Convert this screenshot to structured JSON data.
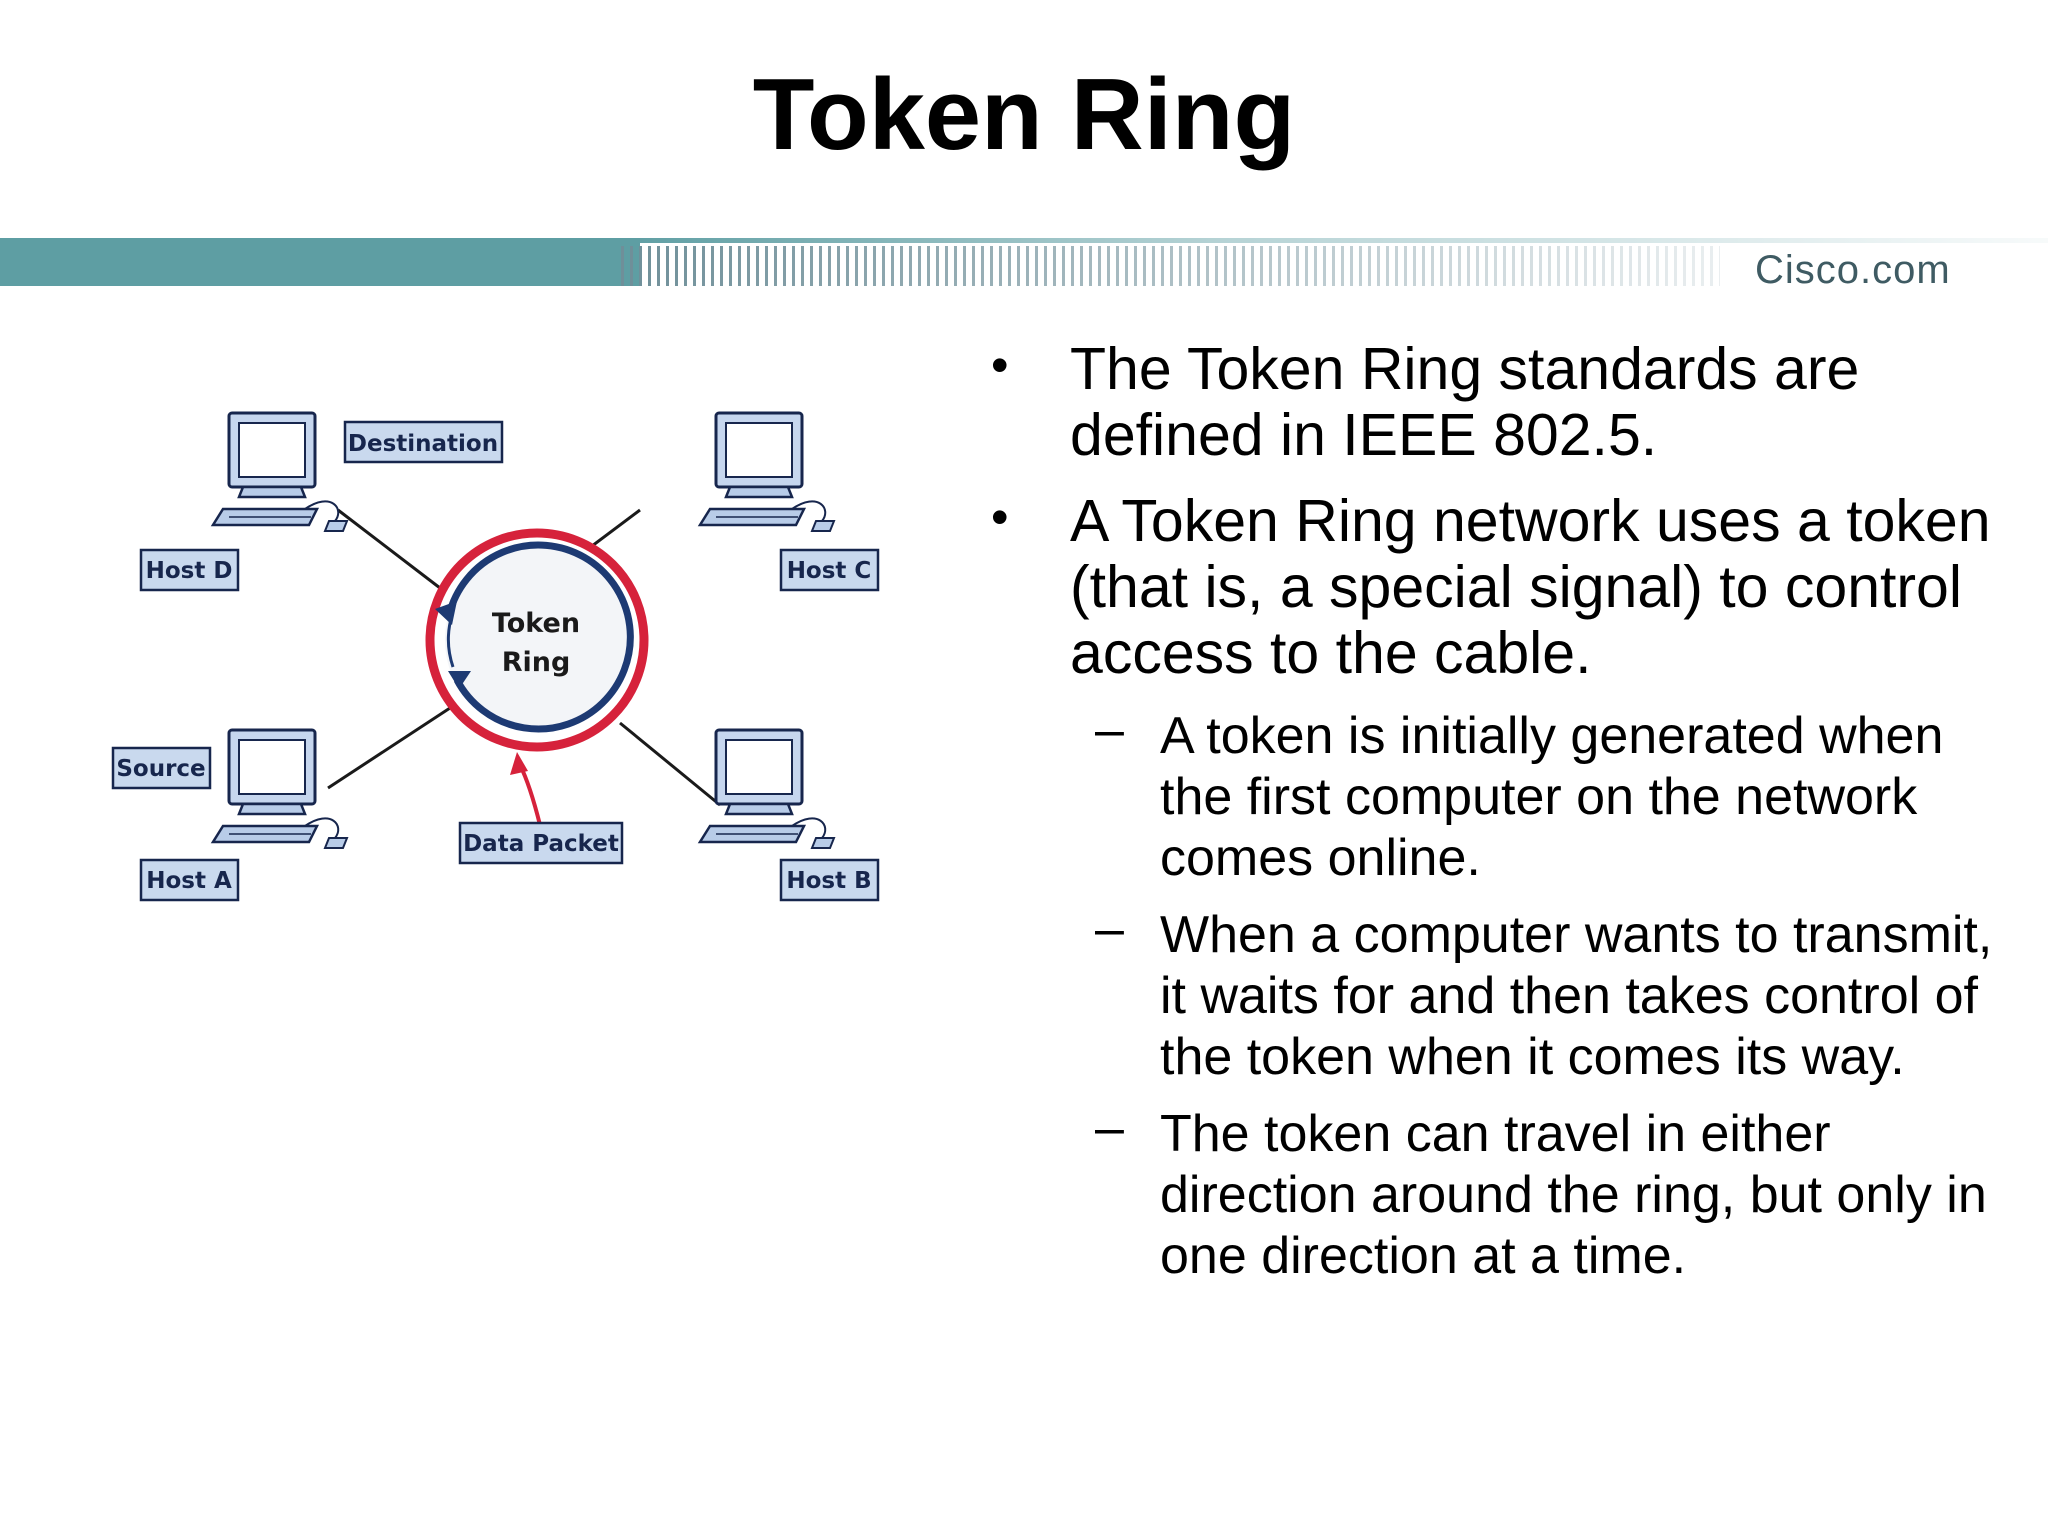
{
  "slide": {
    "title": "Token Ring",
    "brand": "Cisco.com"
  },
  "diagram": {
    "ring_label_line1": "Token",
    "ring_label_line2": "Ring",
    "labels": {
      "destination": "Destination",
      "host_d": "Host D",
      "host_c": "Host C",
      "source": "Source",
      "host_a": "Host A",
      "data_packet": "Data Packet",
      "host_b": "Host B"
    },
    "colors": {
      "ring": "#d6223b",
      "arrow": "#1d3a73",
      "label_box": "#c9d9ee",
      "computer": "#b8cce8",
      "header_band": "#5e9ea3"
    }
  },
  "bullets": [
    {
      "text": "The Token Ring standards are defined in IEEE 802.5.",
      "sub": []
    },
    {
      "text": "A Token Ring network uses a token (that is, a special signal) to control access to the cable.",
      "sub": [
        "A token is initially generated when the first computer on the network comes online.",
        "When a computer wants to transmit, it waits for and then takes control of the token when it comes its way.",
        "The token can travel in either direction around the ring, but only in one direction at a time."
      ]
    }
  ],
  "markers": {
    "bullet": "•",
    "dash": "–"
  }
}
